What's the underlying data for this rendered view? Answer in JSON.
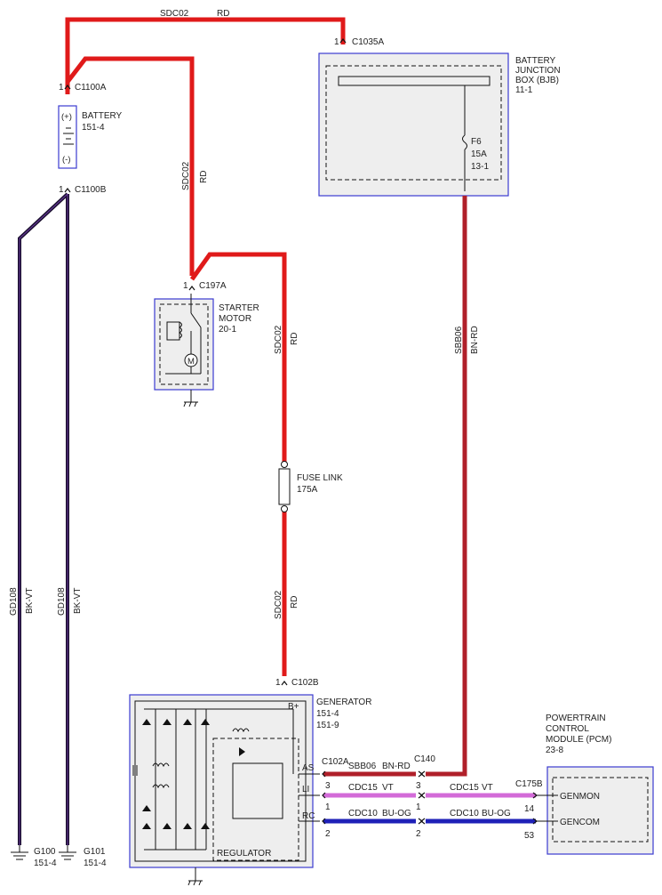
{
  "colors": {
    "red": "#e01a1a",
    "brown_red": "#b0202a",
    "black_violet": "#1a0f2e",
    "violet": "#d36bd8",
    "blue_orange": "#1f21b8",
    "box_border": "#3b3bd0",
    "box_fill": "#eeeeee"
  },
  "wires": {
    "top": {
      "circuit": "SDC02",
      "color": "RD"
    },
    "battery_to_starter": {
      "circuit": "SDC02",
      "color": "RD"
    },
    "starter_to_fuse": {
      "circuit": "SDC02",
      "color": "RD"
    },
    "fuse_to_generator": {
      "circuit": "SDC02",
      "color": "RD"
    },
    "bjb_to_c140": {
      "circuit": "SBB06",
      "color": "BN-RD"
    },
    "ground_g100": {
      "circuit": "GD108",
      "color": "BK-VT"
    },
    "ground_g101": {
      "circuit": "GD108",
      "color": "BK-VT"
    },
    "as_left": {
      "circuit": "SBB06",
      "color": "BN-RD"
    },
    "li_left": {
      "circuit": "CDC15",
      "color": "VT"
    },
    "li_right": {
      "circuit": "CDC15",
      "color": "VT"
    },
    "rc_left": {
      "circuit": "CDC10",
      "color": "BU-OG"
    },
    "rc_right": {
      "circuit": "CDC10",
      "color": "BU-OG"
    }
  },
  "connectors": {
    "c1035a": {
      "pin": "1",
      "name": "C1035A"
    },
    "c1100a": {
      "pin": "1",
      "name": "C1100A"
    },
    "c1100b": {
      "pin": "1",
      "name": "C1100B"
    },
    "c197a": {
      "pin": "1",
      "name": "C197A"
    },
    "c102b": {
      "pin": "1",
      "name": "C102B"
    },
    "c102a": {
      "name": "C102A",
      "pin_as": "3",
      "pin_li": "1",
      "pin_rc": "2"
    },
    "c140": {
      "name": "C140",
      "pin_as": "3",
      "pin_li": "1",
      "pin_rc": "2"
    },
    "c175b": {
      "name": "C175B",
      "pin_li": "14",
      "pin_rc": "53"
    }
  },
  "components": {
    "battery": {
      "name": "BATTERY",
      "ref": "151-4",
      "plus": "(+)",
      "minus": "(-)"
    },
    "bjb": {
      "line1": "BATTERY",
      "line2": "JUNCTION",
      "line3": "BOX (BJB)",
      "ref": "11-1"
    },
    "fuse_f6": {
      "name": "F6",
      "rating": "15A",
      "ref": "13-1"
    },
    "starter": {
      "line1": "STARTER",
      "line2": "MOTOR",
      "ref": "20-1"
    },
    "fuse_link": {
      "line1": "FUSE LINK",
      "line2": "175A"
    },
    "generator": {
      "name": "GENERATOR",
      "ref1": "151-4",
      "ref2": "151-9",
      "bplus": "B+",
      "as": "AS",
      "li": "LI",
      "rc": "RC",
      "regulator": "REGULATOR"
    },
    "pcm": {
      "line1": "POWERTRAIN",
      "line2": "CONTROL",
      "line3": "MODULE (PCM)",
      "ref": "23-8",
      "genmon": "GENMON",
      "gencom": "GENCOM"
    },
    "g100": {
      "name": "G100",
      "ref": "151-4"
    },
    "g101": {
      "name": "G101",
      "ref": "151-4"
    }
  }
}
